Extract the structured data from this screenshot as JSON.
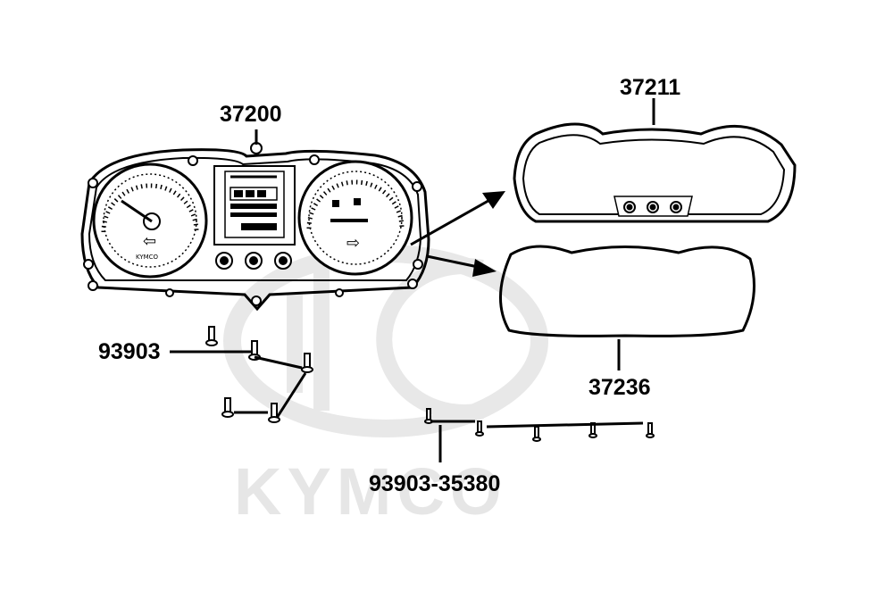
{
  "watermark": {
    "brand_text": "KYMCO",
    "color": "#e6e6e6"
  },
  "parts": {
    "instrument_cluster": {
      "part_number": "37200"
    },
    "meter_lens_upper": {
      "part_number": "37211"
    },
    "meter_lens_gasket": {
      "part_number": "37236"
    },
    "tapping_screw_set": {
      "part_number": "93903"
    },
    "small_screw_set": {
      "part_number": "93903-35380"
    }
  },
  "cluster": {
    "speedo_arrow": "⇦",
    "tacho_arrow": "⇨",
    "maker_badge": "KYMCO"
  },
  "colors": {
    "line": "#000000",
    "background": "#ffffff"
  }
}
